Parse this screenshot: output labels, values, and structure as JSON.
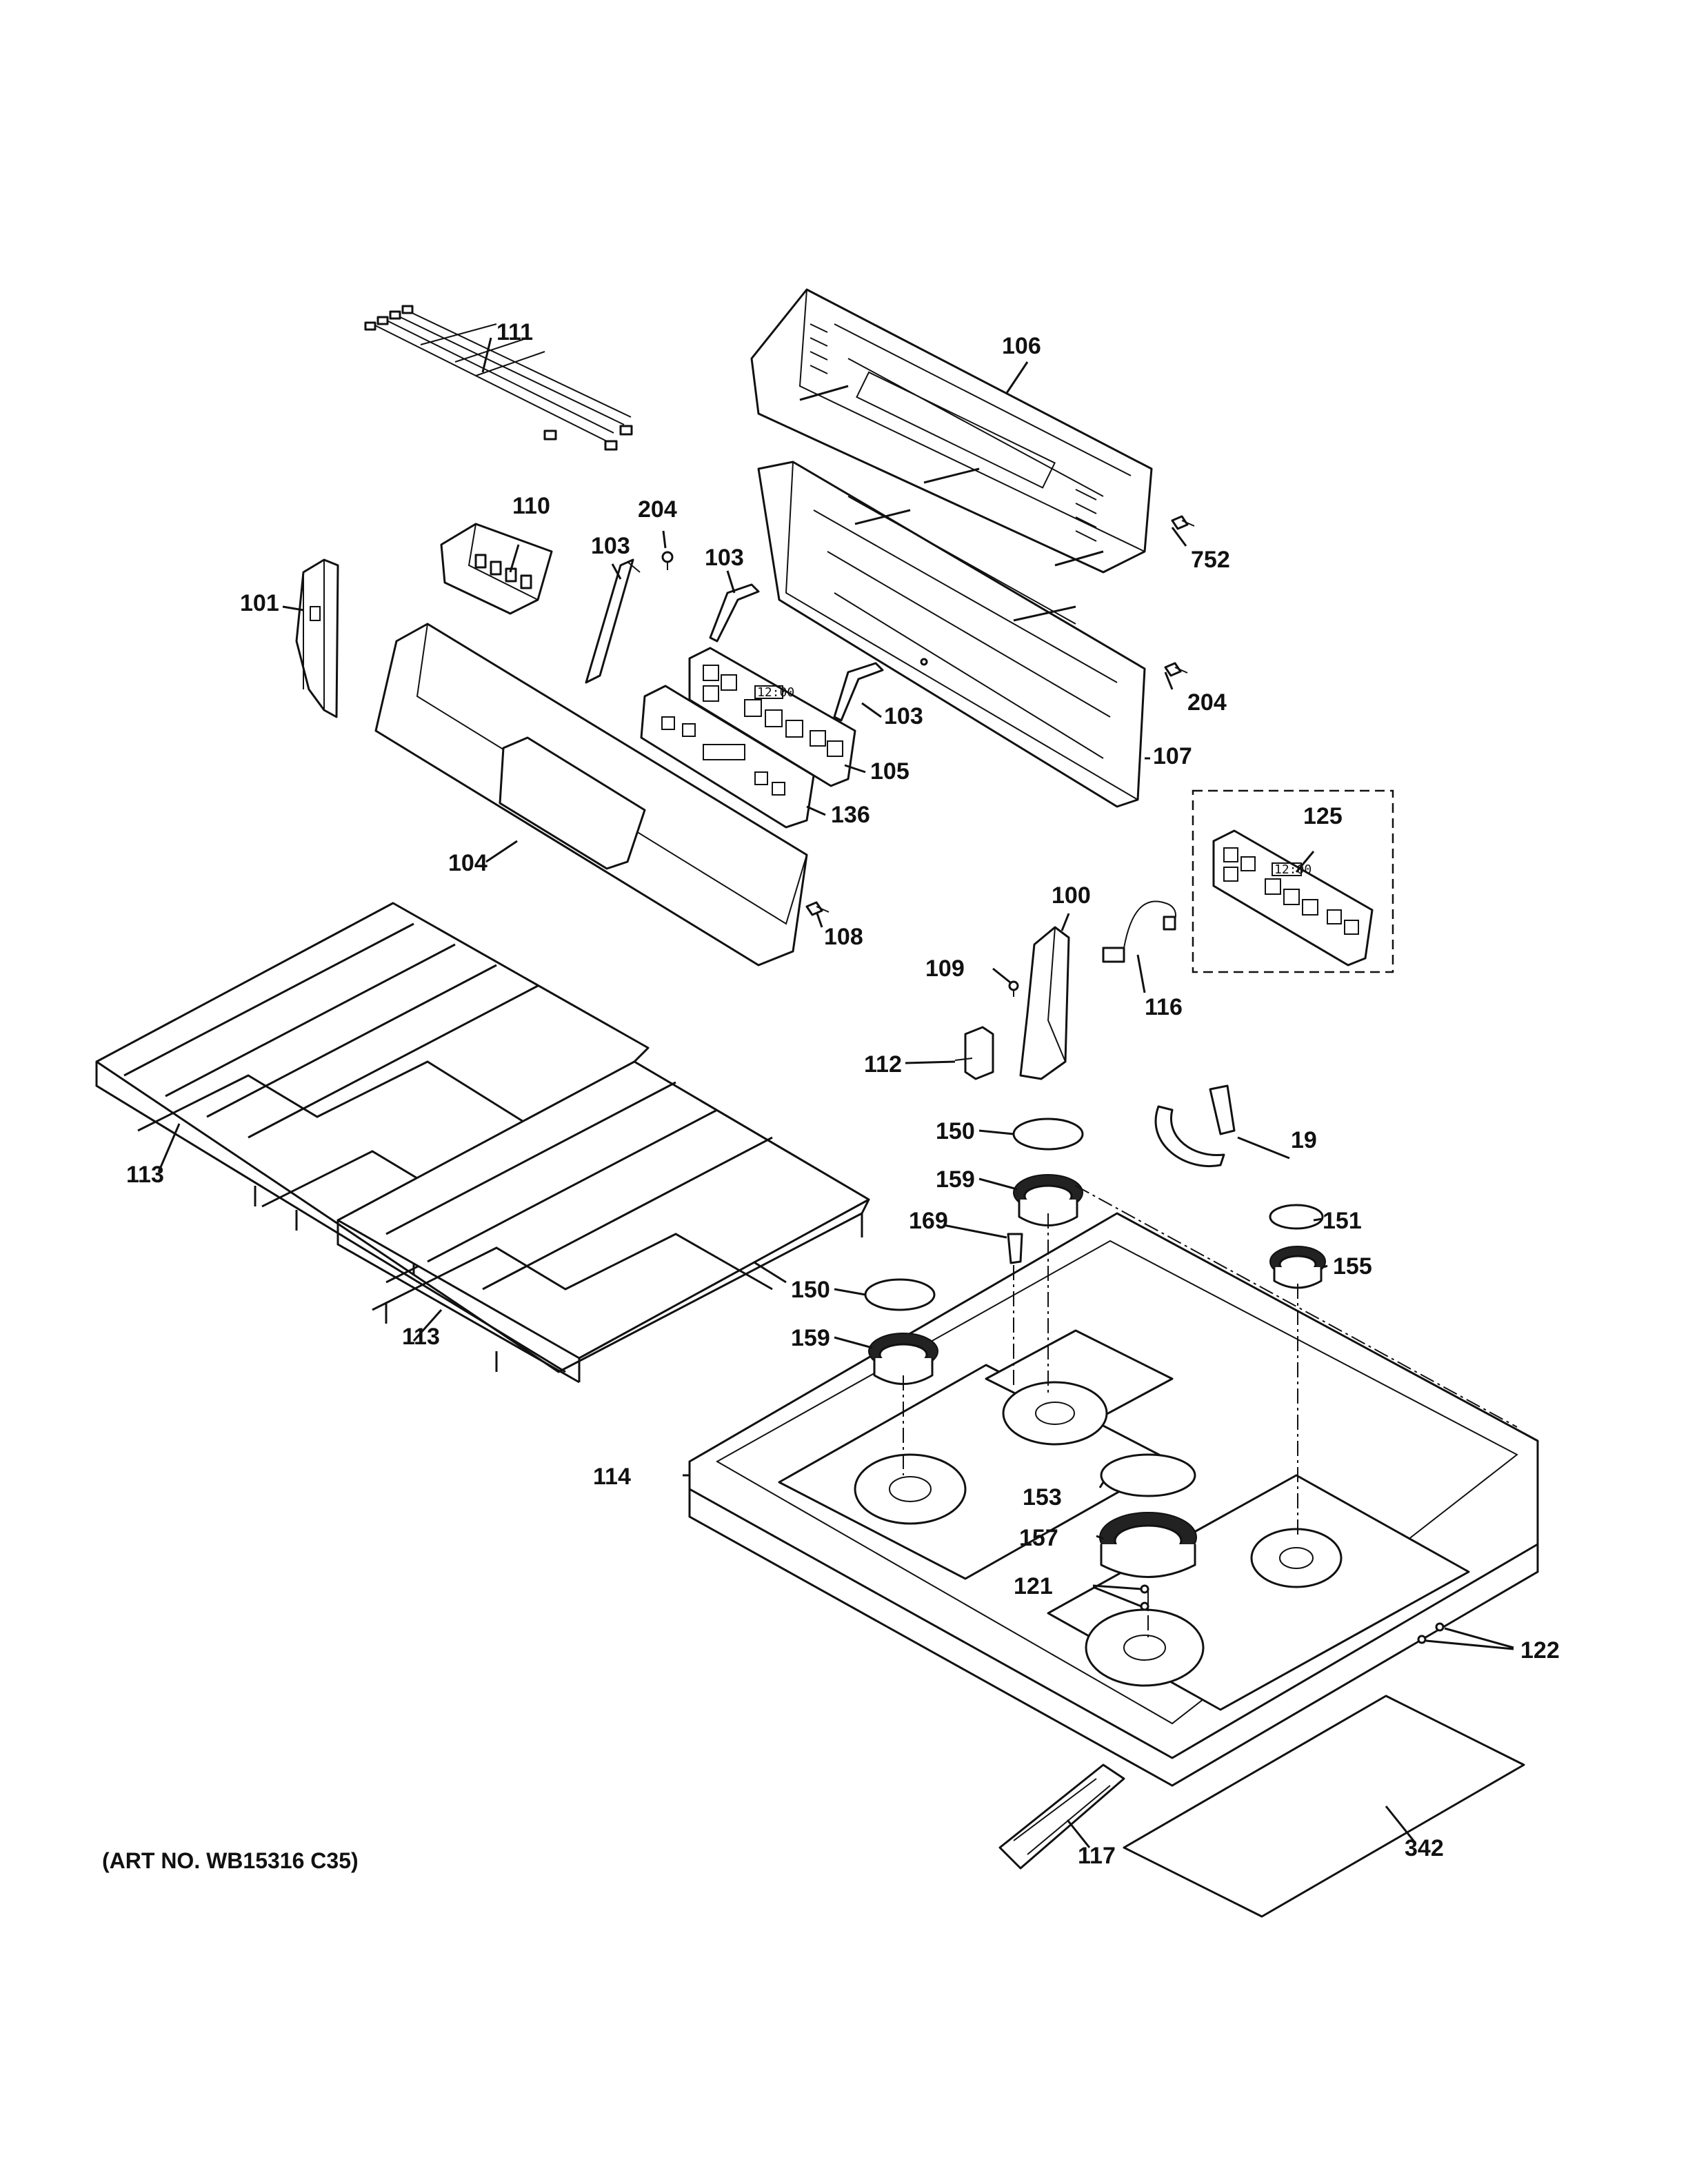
{
  "labels": {
    "c19": "19",
    "c100": "100",
    "c101": "101",
    "c103a": "103",
    "c103b": "103",
    "c103c": "103",
    "c104": "104",
    "c105": "105",
    "c106": "106",
    "c107": "107",
    "c108": "108",
    "c109": "109",
    "c110": "110",
    "c111": "111",
    "c112": "112",
    "c113a": "113",
    "c113b": "113",
    "c114": "114",
    "c116": "116",
    "c117": "117",
    "c121": "121",
    "c122": "122",
    "c125": "125",
    "c136": "136",
    "c150a": "150",
    "c150b": "150",
    "c151": "151",
    "c153": "153",
    "c155": "155",
    "c157": "157",
    "c159a": "159",
    "c159b": "159",
    "c169": "169",
    "c204a": "204",
    "c204b": "204",
    "c342": "342",
    "c752": "752"
  },
  "display_time": "12:00",
  "art_number": "(ART NO. WB15316 C35)"
}
